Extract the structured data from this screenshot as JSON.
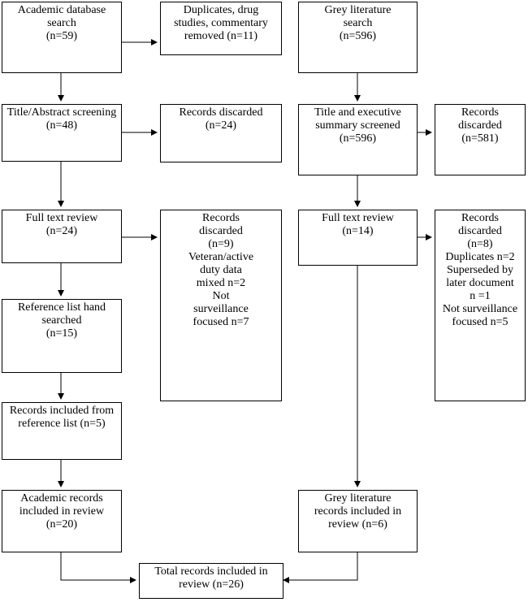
{
  "academic": {
    "search": [
      "Academic database",
      "search",
      "(n=59)"
    ],
    "duplicates": [
      "Duplicates, drug",
      "studies, commentary",
      "removed (n=11)"
    ],
    "title_abstract": [
      "Title/Abstract screening",
      "(n=48)"
    ],
    "title_discarded": [
      "Records discarded",
      "(n=24)"
    ],
    "full_text": [
      "Full text review",
      "(n=24)"
    ],
    "full_text_discarded": [
      "Records",
      "discarded",
      "(n=9)",
      "Veteran/active",
      "duty data",
      "mixed n=2",
      "Not",
      "surveillance",
      "focused n=7"
    ],
    "reference_search": [
      "Reference list hand",
      "searched",
      "(n=15)"
    ],
    "reference_included": [
      "Records included from",
      "reference list (n=5)"
    ],
    "included": [
      "Academic records",
      "included in review",
      "(n=20)"
    ]
  },
  "grey": {
    "search": [
      "Grey  literature",
      "search",
      "(n=596)"
    ],
    "title_exec": [
      "Title and executive",
      "summary screened",
      "(n=596)"
    ],
    "title_discarded": [
      "Records",
      "discarded",
      "(n=581)"
    ],
    "full_text": [
      "Full text review",
      "(n=14)"
    ],
    "full_text_discarded": [
      "Records",
      "discarded",
      "(n=8)",
      "Duplicates n=2",
      "Superseded by",
      "later document",
      "n =1",
      "Not surveillance",
      "focused n=5"
    ],
    "included": [
      "Grey literature",
      "records included in",
      "review (n=6)"
    ]
  },
  "total": [
    "Total records included in",
    "review (n=26)"
  ]
}
